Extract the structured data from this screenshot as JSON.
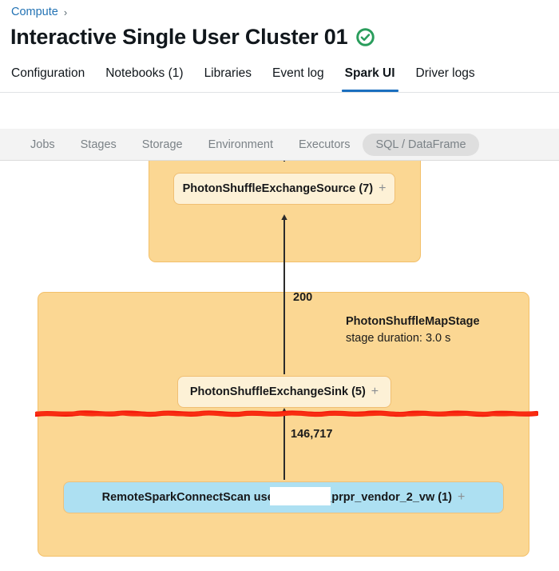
{
  "breadcrumb": {
    "parent_label": "Compute",
    "separator": "›"
  },
  "header": {
    "title": "Interactive Single User Cluster 01",
    "status_icon": "check-circle-icon",
    "status_color": "#2a9d5c"
  },
  "main_tabs": {
    "active": "Spark UI",
    "accent_color": "#1b6fbf",
    "items": [
      {
        "label": "Configuration"
      },
      {
        "label": "Notebooks (1)"
      },
      {
        "label": "Libraries"
      },
      {
        "label": "Event log"
      },
      {
        "label": "Spark UI"
      },
      {
        "label": "Driver logs"
      }
    ]
  },
  "sub_tabs": {
    "active": "SQL / DataFrame",
    "items": [
      {
        "label": "Jobs"
      },
      {
        "label": "Stages"
      },
      {
        "label": "Storage"
      },
      {
        "label": "Environment"
      },
      {
        "label": "Executors"
      },
      {
        "label": "SQL / DataFrame"
      }
    ]
  },
  "diagram": {
    "stage_fill": "#fbd793",
    "stage_border": "#f3c06a",
    "node_fill": "#fdf1d6",
    "scan_node_fill": "#ade0f2",
    "annotation_color": "#f4190b",
    "stages": [
      {
        "id": "stage-top",
        "name": "",
        "duration": ""
      },
      {
        "id": "stage-bottom",
        "name": "PhotonShuffleMapStage",
        "duration": "stage duration: 3.0 s"
      }
    ],
    "nodes": [
      {
        "id": "node-shuffle-source",
        "label": "PhotonShuffleExchangeSource (7)",
        "expand": "+"
      },
      {
        "id": "node-shuffle-sink",
        "label": "PhotonShuffleExchangeSink (5)",
        "expand": "+"
      },
      {
        "id": "node-remote-scan",
        "label_prefix": "RemoteSparkConnectScan users.ja",
        "label_suffix": "nd.fs_prpr_vendor_2_vw (1)",
        "expand": "+",
        "redacted": true
      }
    ],
    "edge_labels": [
      {
        "id": "edge-200",
        "value": "200"
      },
      {
        "id": "edge-146717",
        "value": "146,717"
      }
    ]
  }
}
